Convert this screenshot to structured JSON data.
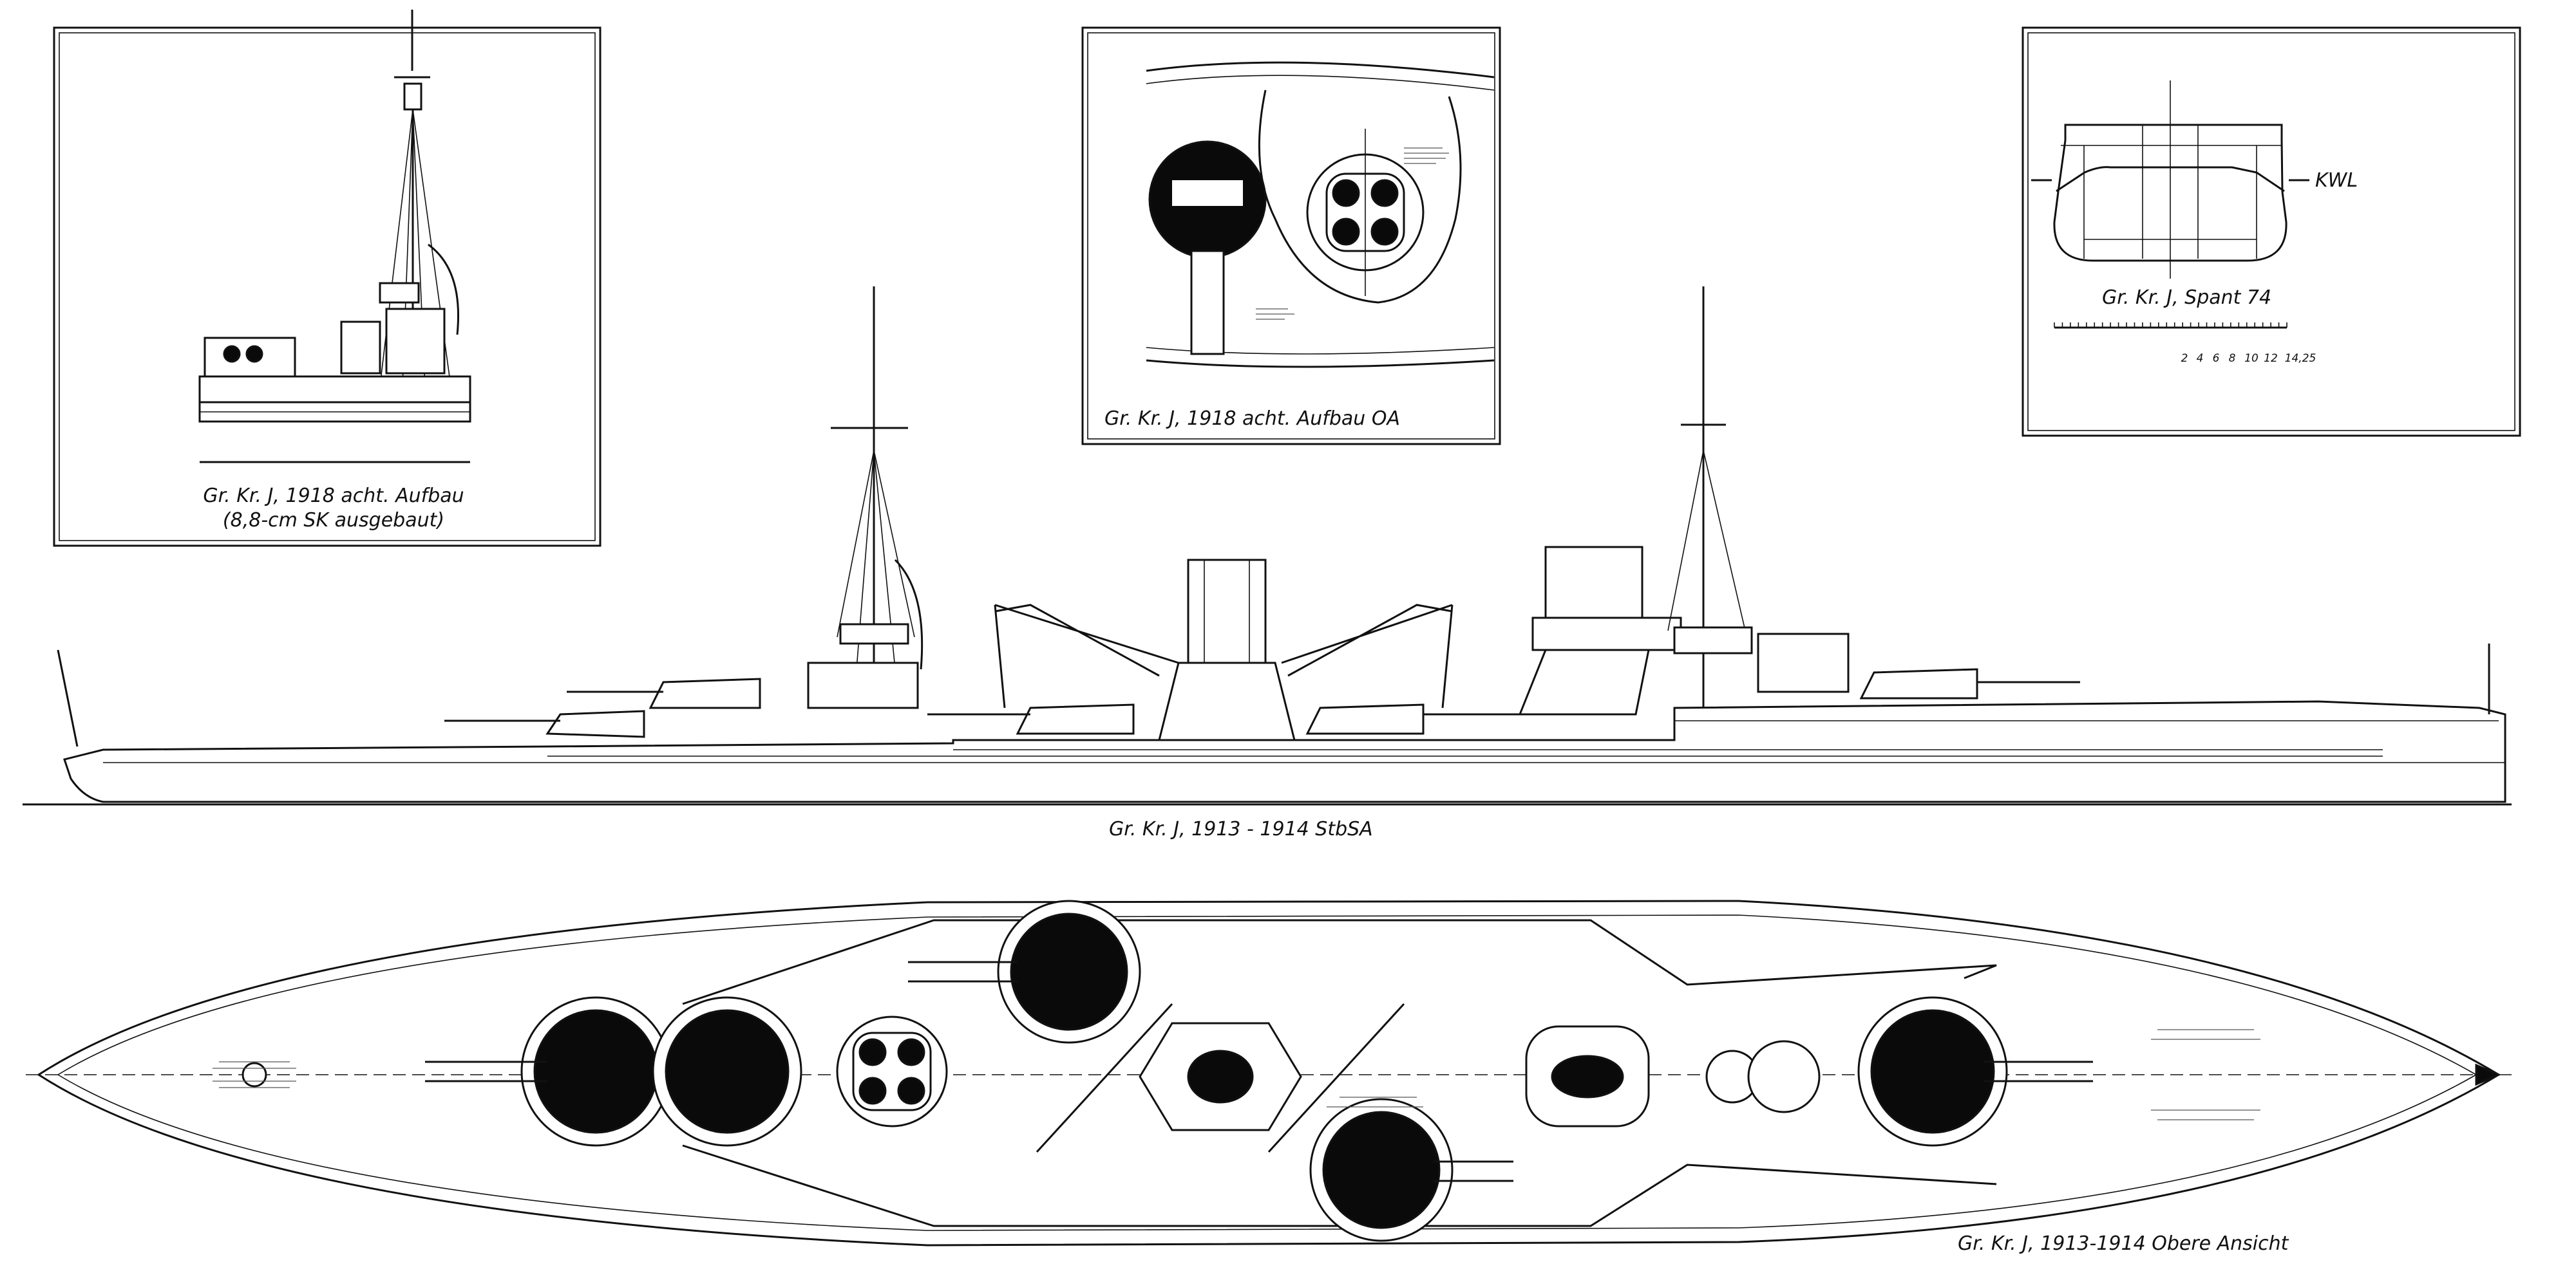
{
  "panels": {
    "aft_superstructure_side": {
      "caption_line1": "Gr. Kr. J, 1918 acht. Aufbau",
      "caption_line2": "(8,8-cm SK ausgebaut)"
    },
    "aft_superstructure_top": {
      "caption": "Gr. Kr. J, 1918 acht. Aufbau OA"
    },
    "frame_section": {
      "caption": "Gr. Kr. J, Spant 74",
      "waterline_label": "KWL",
      "scale_labels": [
        "2",
        "4",
        "6",
        "8",
        "10",
        "12",
        "14,25"
      ]
    }
  },
  "side_view": {
    "caption": "Gr. Kr. J, 1913 - 1914 StbSA"
  },
  "top_view": {
    "caption": "Gr. Kr. J, 1913-1914 Obere Ansicht"
  },
  "colors": {
    "ink": "#111111",
    "paper": "#ffffff"
  }
}
